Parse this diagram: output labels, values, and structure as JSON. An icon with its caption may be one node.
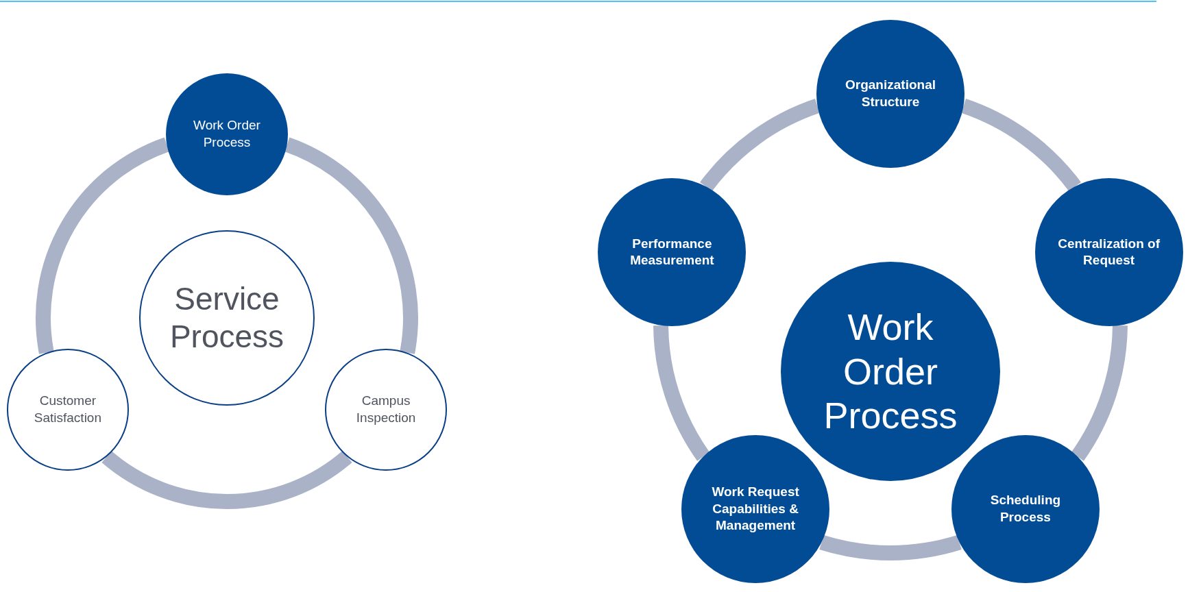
{
  "diagram": {
    "nodes": [
      {
        "text": [
          "Work Order Process"
        ]
      },
      {
        "text": [
          "Service Process"
        ]
      },
      {
        "text": [
          "Customer Satisfaction"
        ]
      },
      {
        "text": [
          "Campus Inspection"
        ]
      },
      {
        "text": [
          "Organizational Structure"
        ]
      },
      {
        "text": [
          "Performance Measurement"
        ]
      },
      {
        "text": [
          "Centralization of Request"
        ]
      },
      {
        "text": [
          "Work Order Process"
        ]
      },
      {
        "text": [
          "Work Request Capabilities & Management"
        ]
      },
      {
        "text": [
          "Scheduling Process"
        ]
      }
    ],
    "edges": [
      {
        "from": 0,
        "to": 3,
        "arrow": "none"
      },
      {
        "from": 3,
        "to": 2,
        "arrow": "none"
      },
      {
        "from": 2,
        "to": 0,
        "arrow": "none"
      },
      {
        "from": 4,
        "to": 6,
        "arrow": "none"
      },
      {
        "from": 6,
        "to": 9,
        "arrow": "none"
      },
      {
        "from": 9,
        "to": 8,
        "arrow": "none"
      },
      {
        "from": 8,
        "to": 5,
        "arrow": "none"
      },
      {
        "from": 5,
        "to": 4,
        "arrow": "none"
      }
    ]
  }
}
